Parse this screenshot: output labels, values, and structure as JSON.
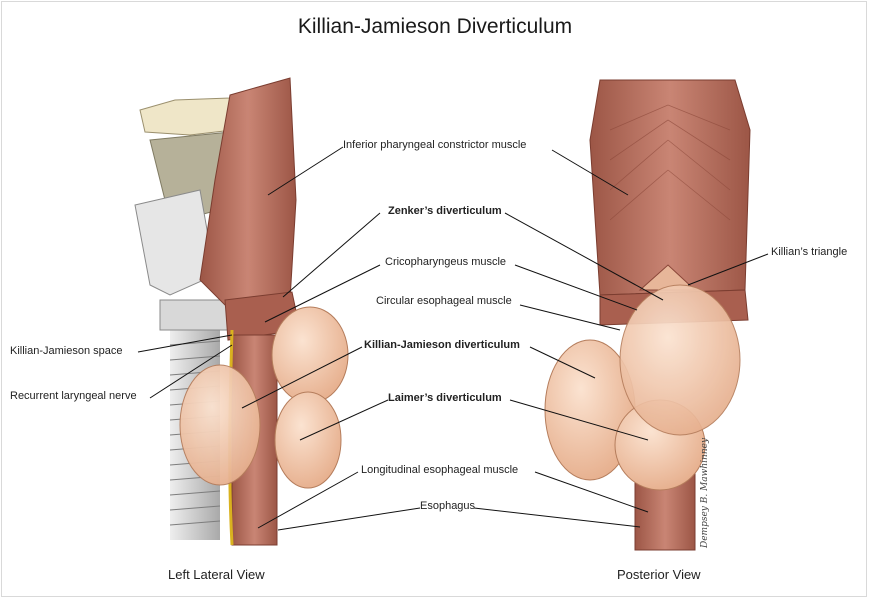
{
  "title": "Killian-Jamieson Diverticulum",
  "labels": {
    "inferior_constrictor": "Inferior pharyngeal constrictor muscle",
    "zenker": "Zenker’s diverticulum",
    "cricopharyngeus": "Cricopharyngeus muscle",
    "circular": "Circular esophageal muscle",
    "kj_diverticulum": "Killian-Jamieson diverticulum",
    "laimer": "Laimer’s diverticulum",
    "longitudinal": "Longitudinal esophageal muscle",
    "esophagus": "Esophagus",
    "kj_space": "Killian-Jamieson space",
    "recurrent_nerve": "Recurrent laryngeal nerve",
    "killians_triangle": "Killian’s triangle"
  },
  "views": {
    "left": "Left Lateral View",
    "posterior": "Posterior View"
  },
  "signature": "Dempsey B. Mawhinney",
  "colors": {
    "muscle": "#b5705f",
    "muscle_dark": "#8e4a3d",
    "pouch": "#f1c6a8",
    "cartilage": "#e9e4d4",
    "trachea": "#cfcfcf",
    "nerve": "#d9b21f"
  }
}
